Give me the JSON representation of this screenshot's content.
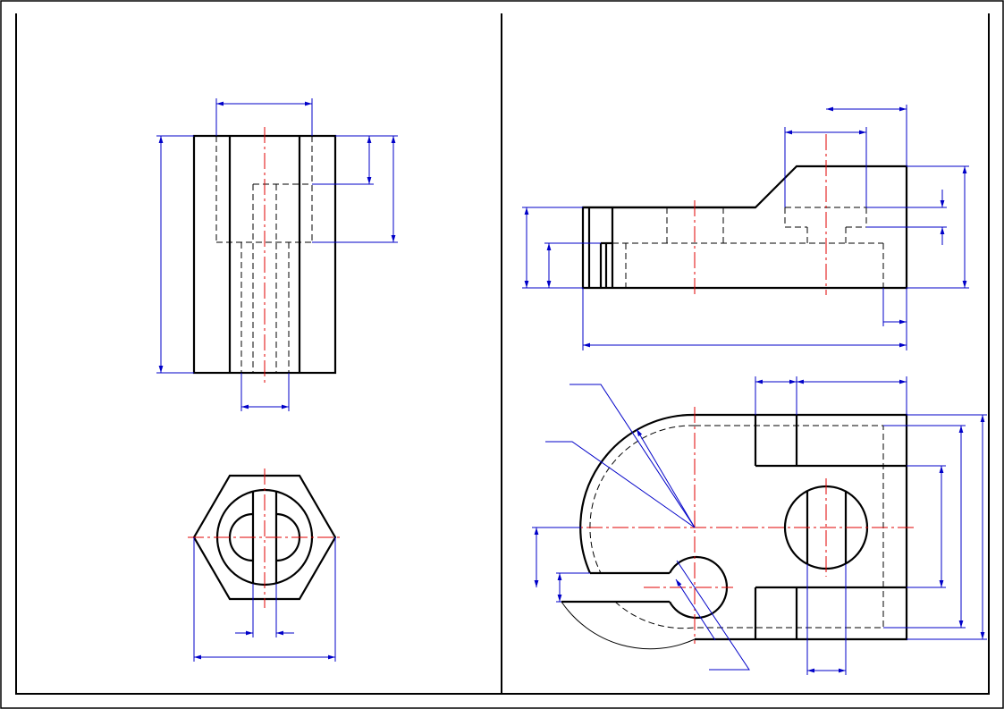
{
  "drawing": {
    "views": [
      "front-view-left",
      "top-view-hexagon",
      "front-view-right",
      "top-view-right"
    ],
    "colors": {
      "object_line": "#000000",
      "center_line": "#e00000",
      "dimension_line": "#0000c8"
    }
  }
}
